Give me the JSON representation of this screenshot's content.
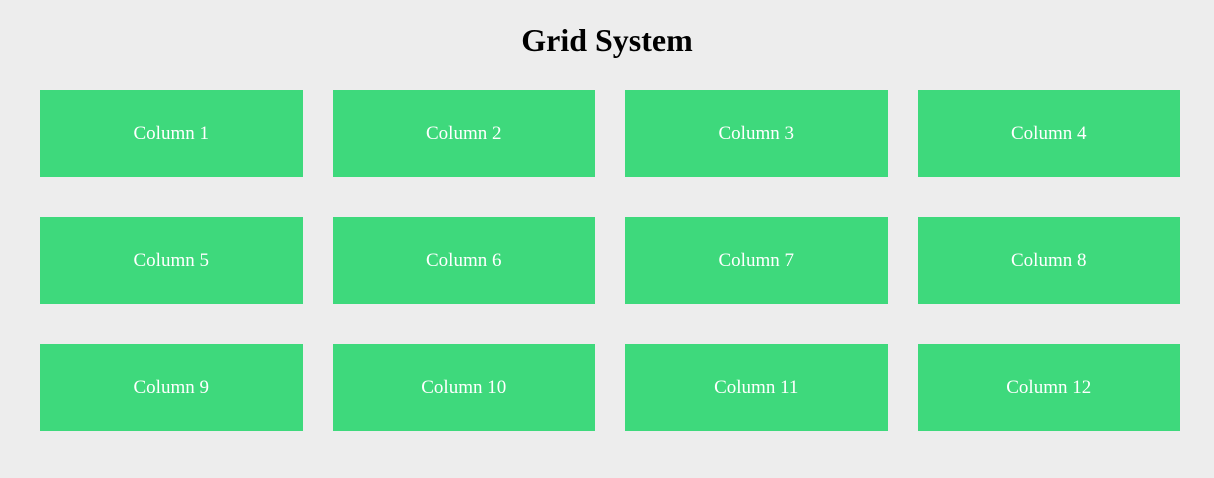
{
  "page": {
    "title": "Grid System"
  },
  "colors": {
    "background": "#ededed",
    "box": "#3ed97c",
    "box_text": "#ffffff",
    "title_text": "#000000"
  },
  "grid": {
    "columns": [
      {
        "label": "Column 1"
      },
      {
        "label": "Column 2"
      },
      {
        "label": "Column 3"
      },
      {
        "label": "Column 4"
      },
      {
        "label": "Column 5"
      },
      {
        "label": "Column 6"
      },
      {
        "label": "Column 7"
      },
      {
        "label": "Column 8"
      },
      {
        "label": "Column 9"
      },
      {
        "label": "Column 10"
      },
      {
        "label": "Column 11"
      },
      {
        "label": "Column 12"
      }
    ]
  }
}
